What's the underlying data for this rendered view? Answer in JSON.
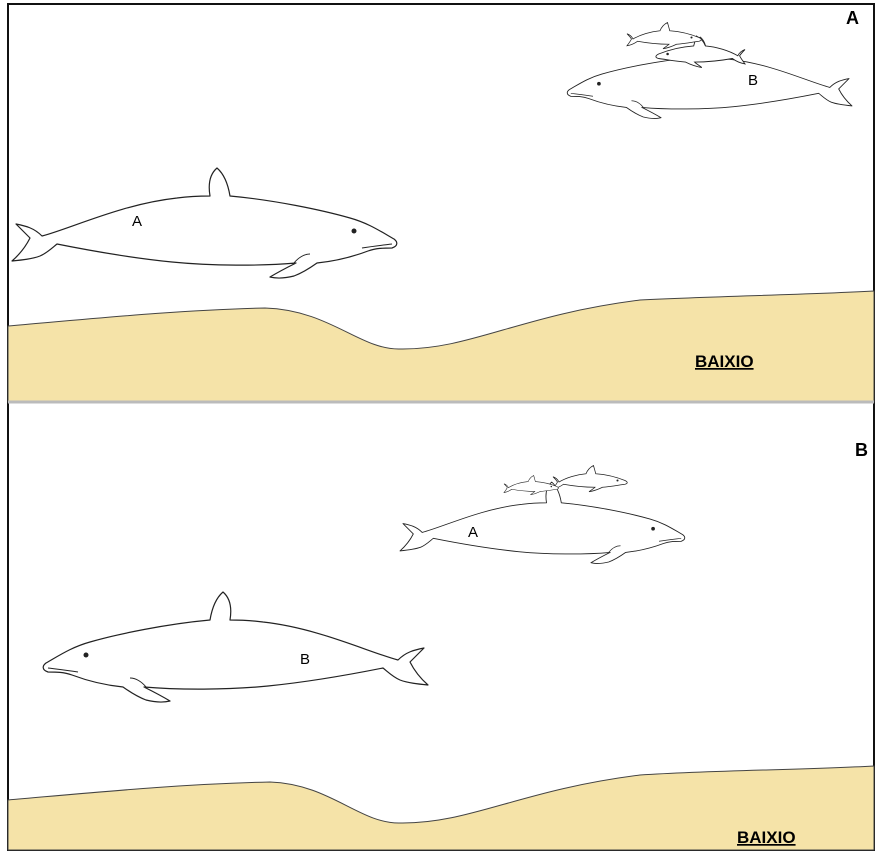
{
  "panels": [
    {
      "id": "A",
      "panel_label": "A",
      "shoal_label": "BAIXIO",
      "dolphin_big_label": "A",
      "dolphin_group_label": "B"
    },
    {
      "id": "B",
      "panel_label": "B",
      "shoal_label": "BAIXIO",
      "dolphin_big_label": "B",
      "dolphin_group_label": "A"
    }
  ],
  "colors": {
    "sand": "#F5E3A8",
    "outline": "#222222",
    "background": "#ffffff"
  }
}
